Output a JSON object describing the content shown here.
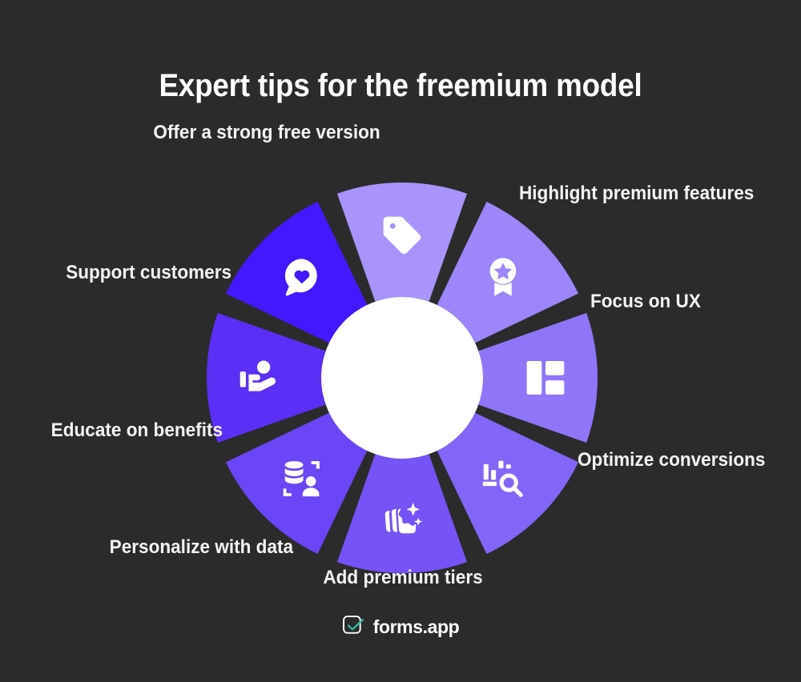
{
  "page": {
    "background_color": "#2b2b2b",
    "title": "Expert tips for the freemium model"
  },
  "footer": {
    "logo_text": "forms.app",
    "logo_icon": "forms-app-check-logo",
    "accent_color": "#2fbfa8"
  },
  "chart_data": {
    "type": "pie",
    "title": "Expert tips for the freemium model",
    "subtype": "donut",
    "hole_ratio": 0.42,
    "legend_position": "around",
    "grid": false,
    "equal_slices": true,
    "slice_count": 8,
    "gap_color": "#ffffff",
    "categories": [
      "Offer a strong free version",
      "Highlight premium features",
      "Focus on UX",
      "Optimize conversions",
      "Add premium tiers",
      "Personalize with data",
      "Educate on benefits",
      "Support customers"
    ],
    "values": [
      12.5,
      12.5,
      12.5,
      12.5,
      12.5,
      12.5,
      12.5,
      12.5
    ],
    "colors": [
      "#a894fb",
      "#9c86fa",
      "#8f76f9",
      "#8266f8",
      "#7553f7",
      "#6a46f6",
      "#5b2ff6",
      "#4318ff"
    ]
  },
  "wheel": {
    "center_color": "#ffffff",
    "segments": [
      {
        "index": 0,
        "label": "Offer a strong free version",
        "color": "#a894fb",
        "icon": "price-tag-icon",
        "label_side": "top"
      },
      {
        "index": 1,
        "label": "Highlight premium features",
        "color": "#9c86fa",
        "icon": "award-badge-star-icon",
        "label_side": "right"
      },
      {
        "index": 2,
        "label": "Focus on UX",
        "color": "#8f76f9",
        "icon": "layout-grid-icon",
        "label_side": "right"
      },
      {
        "index": 3,
        "label": "Optimize conversions",
        "color": "#8266f8",
        "icon": "bar-chart-search-icon",
        "label_side": "right"
      },
      {
        "index": 4,
        "label": "Add premium tiers",
        "color": "#7553f7",
        "icon": "layers-sparkle-icon",
        "label_side": "bottom"
      },
      {
        "index": 5,
        "label": "Personalize with data",
        "color": "#6a46f6",
        "icon": "database-user-scan-icon",
        "label_side": "left"
      },
      {
        "index": 6,
        "label": "Educate on benefits",
        "color": "#5b2ff6",
        "icon": "hand-holding-person-icon",
        "label_side": "left"
      },
      {
        "index": 7,
        "label": "Support customers",
        "color": "#4318ff",
        "icon": "chat-heart-icon",
        "label_side": "left"
      }
    ]
  }
}
